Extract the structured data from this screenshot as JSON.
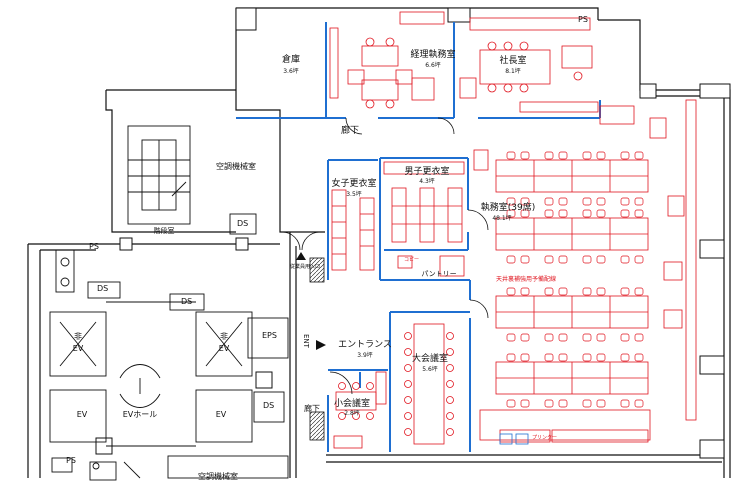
{
  "rooms": {
    "storage": {
      "name": "倉庫",
      "area": "3.6坪"
    },
    "accounting": {
      "name": "経理執務室",
      "area": "6.6坪"
    },
    "president": {
      "name": "社長室",
      "area": "8.1坪"
    },
    "corridor": {
      "name": "廊下"
    },
    "corridor2": {
      "name": "廊下"
    },
    "womens_locker": {
      "name": "女子更衣室",
      "area": "3.5坪"
    },
    "mens_locker": {
      "name": "男子更衣室",
      "area": "4.3坪"
    },
    "office": {
      "name": "執務室(39席)",
      "area": "48.1坪"
    },
    "pantry": {
      "name": "パントリー"
    },
    "entrance": {
      "name": "エントランス",
      "area": "3.9坪"
    },
    "big_meeting": {
      "name": "大会議室",
      "area": "5.6坪"
    },
    "small_meeting": {
      "name": "小会議室",
      "area": "2.8坪"
    },
    "hvac_top": {
      "name": "空調機械室"
    },
    "hvac_bottom": {
      "name": "空調機械室"
    },
    "stair": {
      "name": "階段室"
    },
    "ev_hall": {
      "name": "EVホール"
    }
  },
  "markers": {
    "ps_top": "PS",
    "ps_left": "PS",
    "ps_bottom": "PS",
    "ds_1": "DS",
    "ds_2": "DS",
    "ds_3": "DS",
    "ds_4": "DS",
    "eps": "EPS",
    "ev_1": "非\nEV",
    "ev_1a": "非",
    "ev_1b": "EV",
    "ev_2a": "非",
    "ev_2b": "EV",
    "ev_3": "EV",
    "ev_4": "EV",
    "ent": "ENT",
    "employee_door": "従業員用入口",
    "ceiling_note": "天井裏補強用予備配線",
    "copy": "コピー",
    "printer": "プリンター"
  },
  "colors": {
    "wall": "#111111",
    "partition": "#1f6fd1",
    "furniture": "#e0141e",
    "background": "#ffffff"
  }
}
